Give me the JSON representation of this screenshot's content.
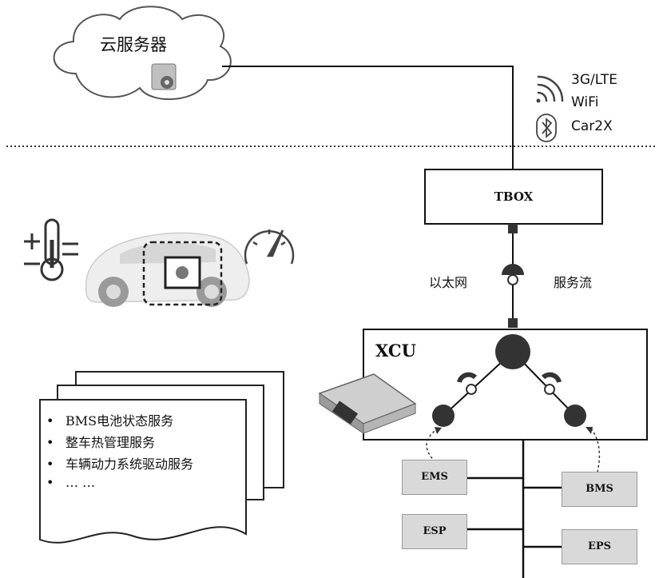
{
  "cloud": {
    "label": "云服务器"
  },
  "network": {
    "items": [
      "3G/LTE",
      "WiFi",
      "Car2X"
    ]
  },
  "tbox": {
    "label": "TBOX"
  },
  "link": {
    "left_label": "以太网",
    "right_label": "服务流"
  },
  "xcu": {
    "label": "XCU"
  },
  "ecus": {
    "ems": "EMS",
    "bms": "BMS",
    "esp": "ESP",
    "eps": "EPS"
  },
  "services": {
    "bullet": "•",
    "items": [
      "BMS电池状态服务",
      "整车热管理服务",
      "车辆动力系统驱动服务",
      "… …"
    ]
  }
}
